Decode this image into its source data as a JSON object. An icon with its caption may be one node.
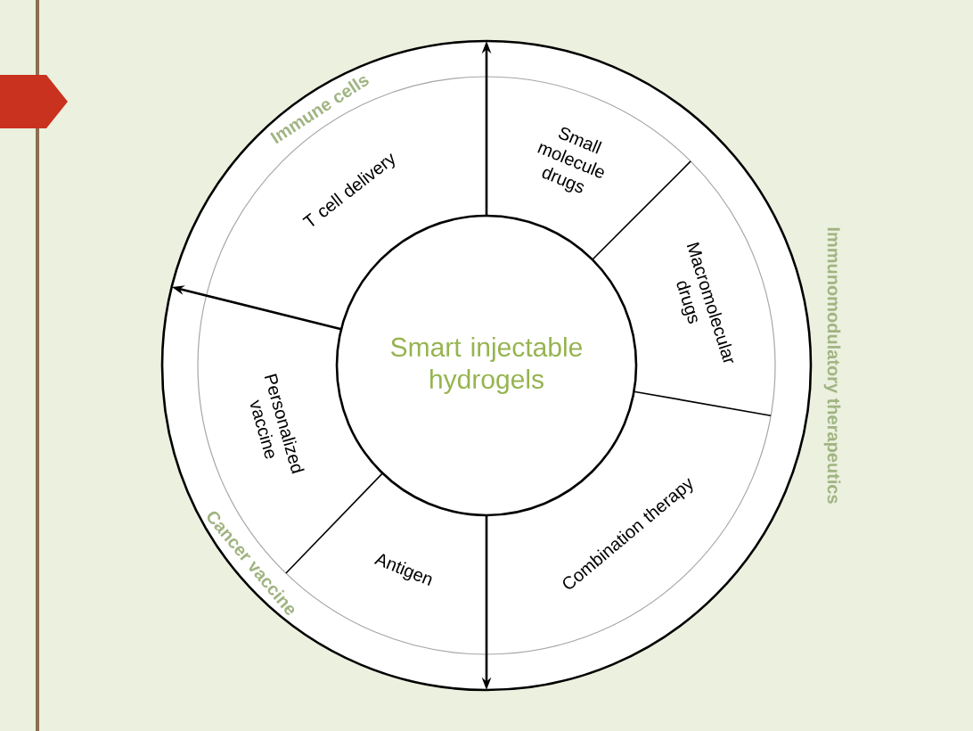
{
  "diagram": {
    "nodes": [
      {
        "text": [
          "Smart injectable hydrogels"
        ]
      },
      {
        "text": [
          "T cell delivery"
        ]
      },
      {
        "text": [
          "Small molecule drugs"
        ]
      },
      {
        "text": [
          "Macromolecular drugs"
        ]
      },
      {
        "text": [
          "Combination therapy"
        ]
      },
      {
        "text": [
          "Antigen"
        ]
      },
      {
        "text": [
          "Personalized vaccine"
        ]
      }
    ],
    "labels": [
      "Immune cells",
      "Immunomodulatory therapeutics",
      "Cancer vaccine"
    ]
  }
}
